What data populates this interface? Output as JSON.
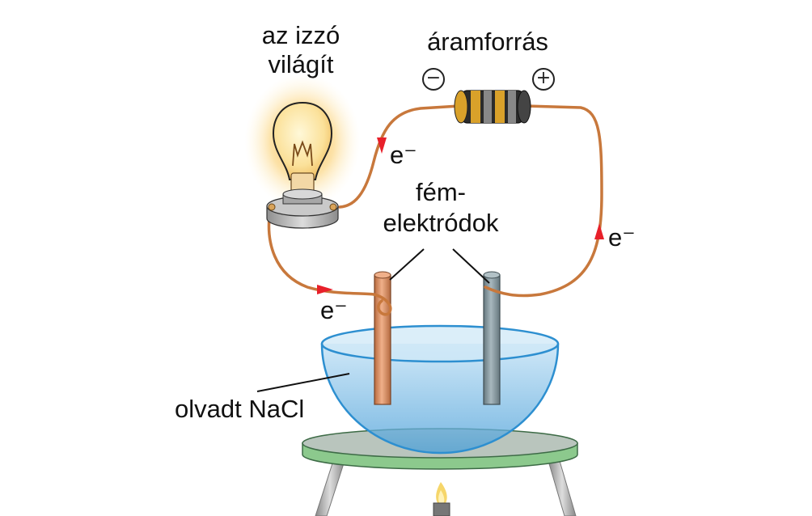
{
  "labels": {
    "bulb_line1": "az izzó",
    "bulb_line2": "világít",
    "power_source": "áramforrás",
    "minus_sign": "−",
    "plus_sign": "+",
    "electrode_line1": "fém-",
    "electrode_line2": "elektródok",
    "electron": "e⁻",
    "molten_salt": "olvadt NaCl"
  },
  "colors": {
    "wire": "#c8783c",
    "arrow": "#e8202a",
    "copper_electrode": "#d08a5c",
    "steel_electrode": "#7e9199",
    "liquid": "#5aa8dc",
    "bowl_rim": "#2d8fd0",
    "plate_top": "#b7c4bc",
    "plate_band": "#8cc98d",
    "bulb_glow": "#f9c24a"
  }
}
